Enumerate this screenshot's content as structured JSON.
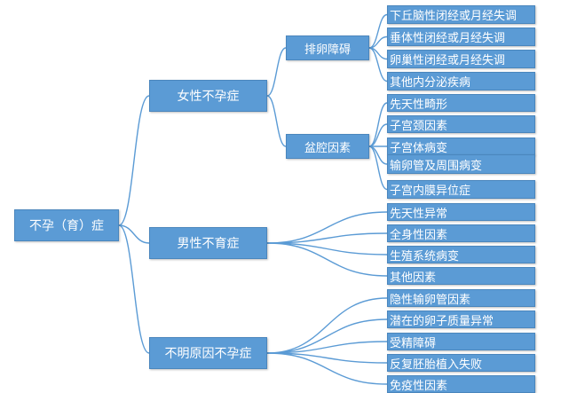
{
  "colors": {
    "node_fill": "#5b9bd5",
    "node_border": "#4a86bd",
    "connector": "#5b9bd5"
  },
  "root": {
    "label": "不孕（育）症"
  },
  "categories": {
    "female": {
      "label": "女性不孕症"
    },
    "male": {
      "label": "男性不育症"
    },
    "unknown": {
      "label": "不明原因不孕症"
    }
  },
  "subcategories": {
    "ovulation": {
      "label": "排卵障碍"
    },
    "pelvic": {
      "label": "盆腔因素"
    }
  },
  "leaves": {
    "ovulation": [
      "下丘脑性闭经或月经失调",
      "垂体性闭经或月经失调",
      "卵巢性闭经或月经失调",
      "其他内分泌疾病"
    ],
    "pelvic": [
      "先天性畸形",
      "子宫颈因素",
      "子宫体病变",
      "输卵管及周围病变",
      "子宫内膜异位症"
    ],
    "male": [
      "先天性异常",
      "全身性因素",
      "生殖系统病变",
      "其他因素"
    ],
    "unknown": [
      "隐性输卵管因素",
      "潜在的卵子质量异常",
      "受精障碍",
      "反复胚胎植入失败",
      "免疫性因素"
    ]
  }
}
